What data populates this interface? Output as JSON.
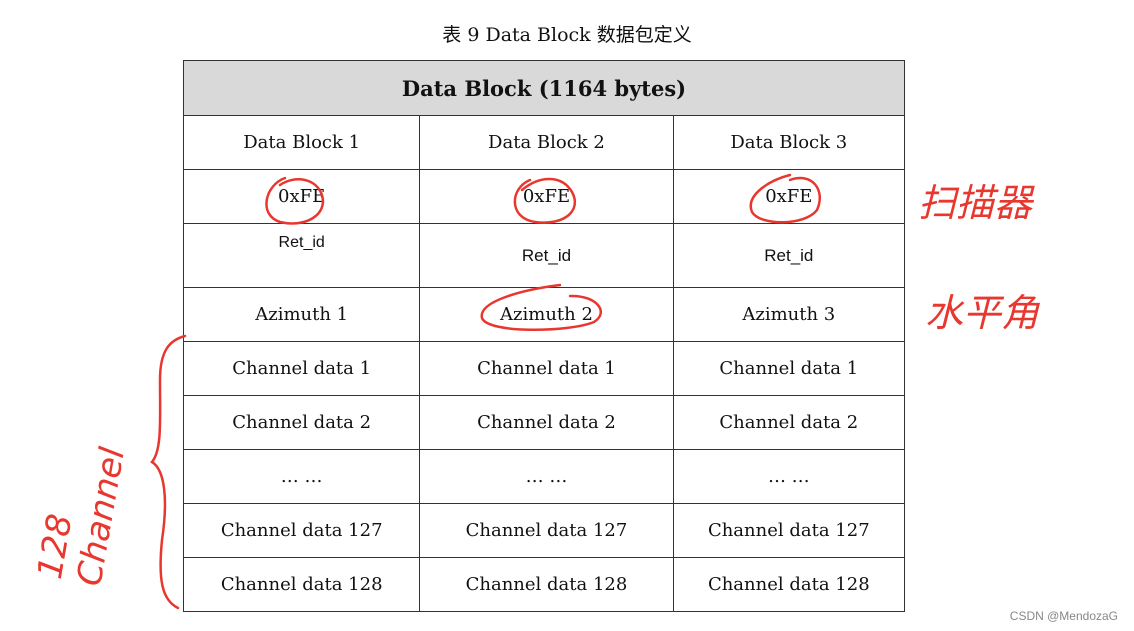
{
  "caption": "表 9  Data Block 数据包定义",
  "table": {
    "header": "Data Block (1164 bytes)",
    "rows": [
      [
        "Data Block 1",
        "Data Block 2",
        "Data Block 3"
      ],
      [
        "0xFE",
        "0xFE",
        "0xFE"
      ],
      [
        "Ret_id",
        "Ret_id",
        "Ret_id"
      ],
      [
        "Azimuth 1",
        "Azimuth 2",
        "Azimuth 3"
      ],
      [
        "Channel data 1",
        "Channel data 1",
        "Channel data 1"
      ],
      [
        "Channel data 2",
        "Channel data 2",
        "Channel data 2"
      ],
      [
        "… …",
        "… …",
        "… …"
      ],
      [
        "Channel data 127",
        "Channel data 127",
        "Channel data 127"
      ],
      [
        "Channel data 128",
        "Channel data 128",
        "Channel data 128"
      ]
    ]
  },
  "annotations": {
    "color": "#e8372f",
    "note_fe": "扫描器",
    "note_azimuth": "水平角",
    "note_channels": "128 Channel"
  },
  "watermark": "CSDN @MendozaG"
}
